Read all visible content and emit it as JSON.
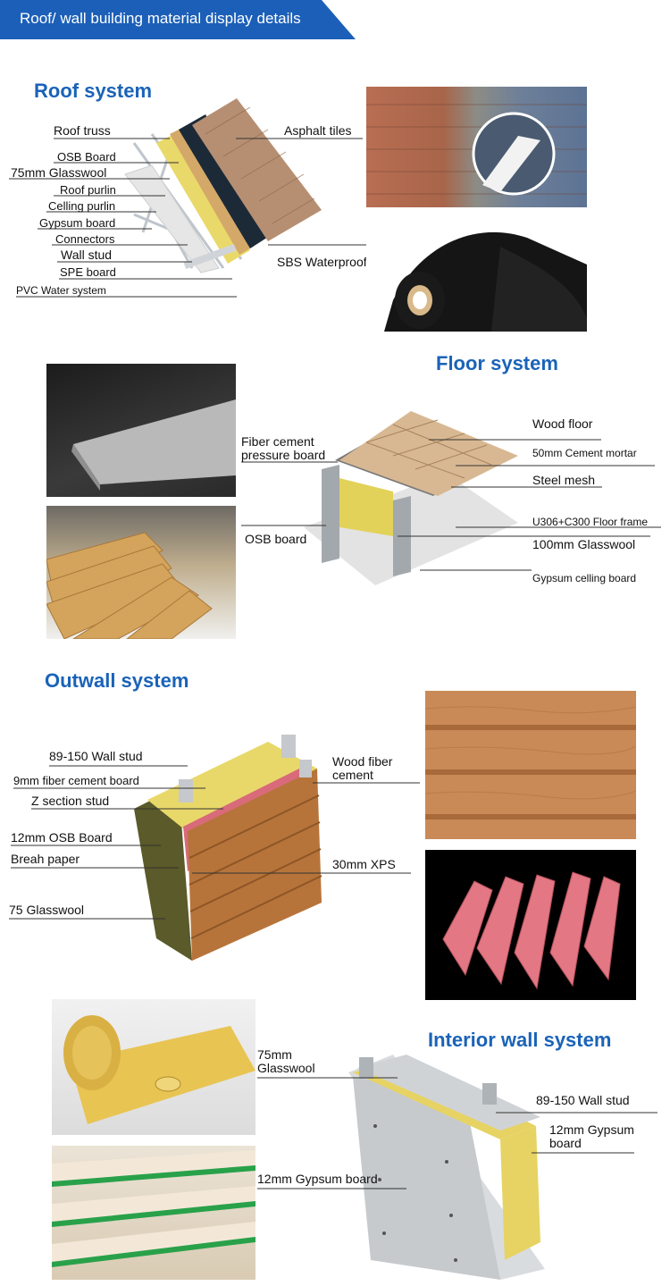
{
  "banner": {
    "title": "Roof/ wall building material display details",
    "color": "#1c5fb8"
  },
  "sections": {
    "roof": {
      "title": "Roof system",
      "labels": [
        "Roof truss",
        "OSB Board",
        "75mm Glasswool",
        "Roof purlin",
        "Celling purlin",
        "Gypsum board",
        "Connectors",
        "Wall stud",
        "SPE board",
        "PVC Water system",
        "Asphalt tiles",
        "SBS Waterproof"
      ]
    },
    "floor": {
      "title": "Floor system",
      "labels": [
        "Fiber cement",
        "pressure board",
        "OSB board",
        "Wood floor",
        "50mm Cement mortar",
        "Steel mesh",
        "U306+C300 Floor frame",
        "100mm Glasswool",
        "Gypsum celling board"
      ]
    },
    "outwall": {
      "title": "Outwall system",
      "labels": [
        "89-150 Wall stud",
        "9mm fiber cement board",
        "Z section stud",
        "12mm OSB Board",
        "Breah paper",
        "75 Glasswool",
        "Wood fiber",
        "cement",
        "30mm XPS"
      ]
    },
    "interior": {
      "title": "Interior wall system",
      "labels": [
        "75mm",
        "Glasswool",
        "12mm Gypsum board",
        "89-150 Wall stud",
        "12mm Gypsum",
        "board"
      ]
    }
  },
  "colors": {
    "title_blue": "#1a63b8"
  }
}
